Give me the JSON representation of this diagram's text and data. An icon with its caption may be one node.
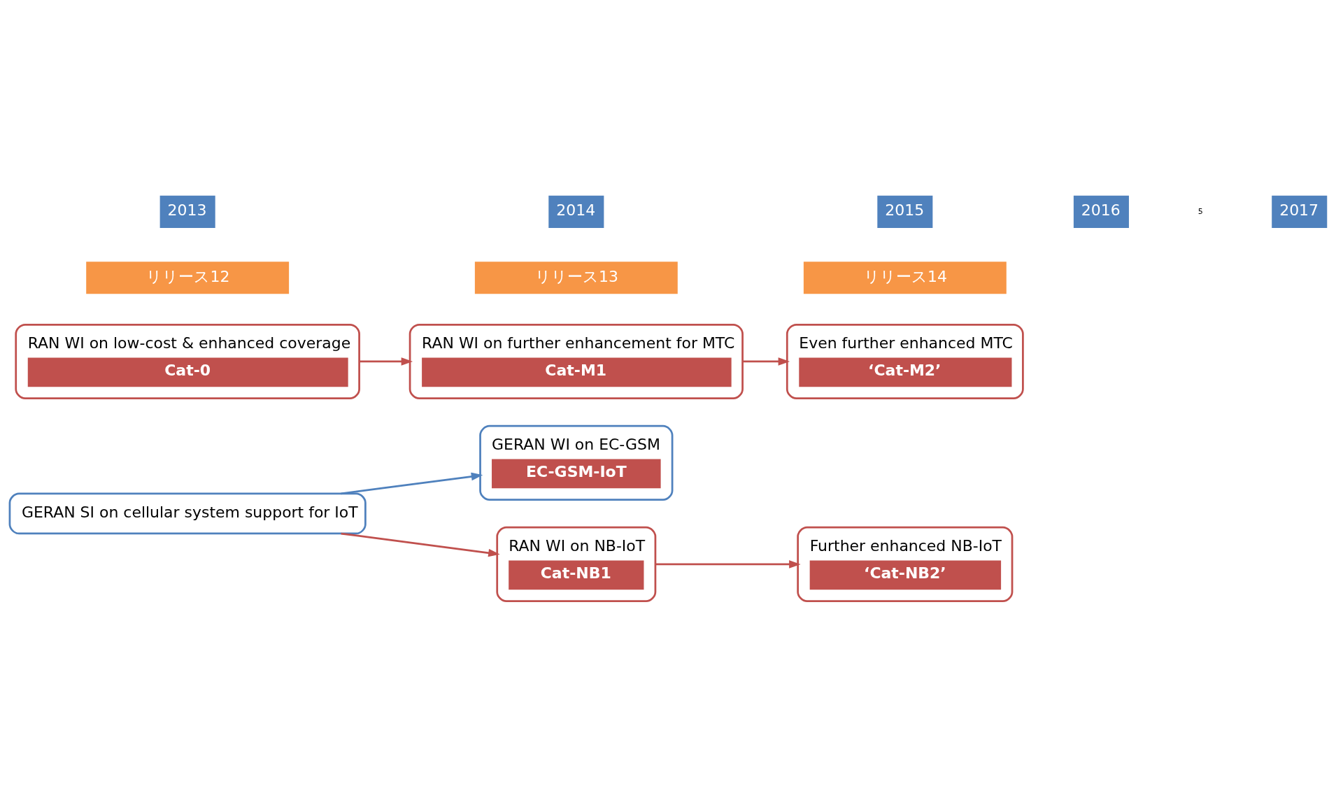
{
  "diagram": {
    "nodes": [
      {
        "text": [
          "GERAN SI on cellular system support for IoT"
        ]
      },
      {
        "text": [
          "GERAN WI on EC-GSM",
          "EC-GSM-IoT"
        ]
      },
      {
        "text": [
          "RAN WI on NB-IoT",
          "Cat-NB1"
        ]
      },
      {
        "text": [
          "Further enhanced NB-IoT",
          "‘Cat-NB2’"
        ]
      },
      {
        "text": [
          "RAN WI on low-cost & enhanced coverage",
          "Cat-0"
        ]
      },
      {
        "text": [
          "RAN WI on further enhancement for MTC",
          "Cat-M1"
        ]
      },
      {
        "text": [
          "Even further enhanced MTC",
          "‘Cat-M2’"
        ]
      }
    ],
    "edges": [
      {
        "from": 0,
        "to": 1,
        "arrow": "to",
        "color": "#4f81bd"
      },
      {
        "from": 0,
        "to": 2,
        "arrow": "to"
      },
      {
        "from": 2,
        "to": 3,
        "arrow": "to"
      },
      {
        "from": 4,
        "to": 5,
        "arrow": "to"
      },
      {
        "from": 5,
        "to": 6,
        "arrow": "to"
      }
    ],
    "labels": [
      "リリース12",
      "リリース13",
      "リリース14",
      "2013",
      "2014",
      "2015",
      "2016",
      "5",
      "2017"
    ]
  }
}
